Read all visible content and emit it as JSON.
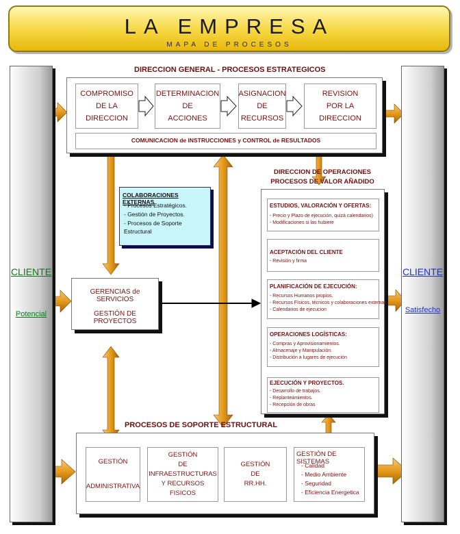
{
  "header": {
    "title": "LA EMPRESA",
    "subtitle": "MAPA DE PROCESOS"
  },
  "left_client": {
    "title": "CLIENTE",
    "subtitle": "Potencial"
  },
  "right_client": {
    "title": "CLIENTE",
    "subtitle": "Satisfecho"
  },
  "strategic": {
    "title": "DIRECCION GENERAL - PROCESOS ESTRATEGICOS",
    "steps": [
      [
        "COMPROMISO",
        "DE LA",
        "DIRECCION"
      ],
      [
        "DETERMINACION",
        "DE",
        "ACCIONES"
      ],
      [
        "ASIGNACION",
        "DE",
        "RECURSOS"
      ],
      [
        "REVISION",
        "POR LA",
        "DIRECCION"
      ]
    ],
    "communication": "COMUNICACION de INSTRUCCIONES  y  CONTROL de RESULTADOS"
  },
  "collab": {
    "title": "COLABORACIONES EXTERNAS",
    "items": [
      "- Procesos Estratégicos.",
      "- Gestión de Proyectos.",
      "- Procesos de Soporte Estructural"
    ]
  },
  "gerencias": {
    "line1": "GERENCIAS de SERVICIOS",
    "line2": "GESTIÓN DE PROYECTOS"
  },
  "operations": {
    "title_line1": "DIRECCION DE OPERACIONES",
    "title_line2": "PROCESOS DE VALOR AÑADIDO",
    "sections": [
      {
        "title": "ESTUDIOS, VALORACIÓN Y OFERTAS:",
        "items": [
          "- Precio y Plazo de ejecución, quizá calendarios)",
          "- Modificaciones si las hubiere"
        ]
      },
      {
        "title": "ACEPTACIÓN DEL CLIENTE",
        "items": [
          "- Revisión y firma"
        ]
      },
      {
        "title": "PLANIFICACIÓN DE EJECUCIÓN:",
        "items": [
          "- Recursos Humanos propios.",
          "- Recursos Físicos, técnicos y colaboraciones externas.",
          "- Calendarios de ejecucion"
        ]
      },
      {
        "title": "OPERACIONES LOGÍSTICAS:",
        "items": [
          "- Compras y Aprovisionamientos.",
          "- Almacenaje y Manipulación.",
          "- Distribución a lugares de ejecución"
        ]
      },
      {
        "title": "EJECUCIÓN Y PROYECTOS.",
        "items": [
          "- Desarrollo de trabajos.",
          "- Replanteamientos.",
          "- Recepción de obras"
        ]
      }
    ]
  },
  "support": {
    "title": "PROCESOS DE SOPORTE ESTRUCTURAL",
    "boxes": [
      [
        "GESTIÓN",
        "",
        "ADMINISTRATIVA"
      ],
      [
        "GESTIÓN",
        "DE",
        "INFRAESTRUCTURAS",
        "Y RECURSOS FISICOS"
      ],
      [
        "GESTIÓN",
        "DE",
        "RR.HH."
      ]
    ],
    "systems": {
      "title": "GESTIÓN DE SISTEMAS",
      "items": [
        "- Calidad",
        "- Medio Ambiente",
        "- Seguridad",
        "- Eficiencia Energetica"
      ]
    }
  }
}
